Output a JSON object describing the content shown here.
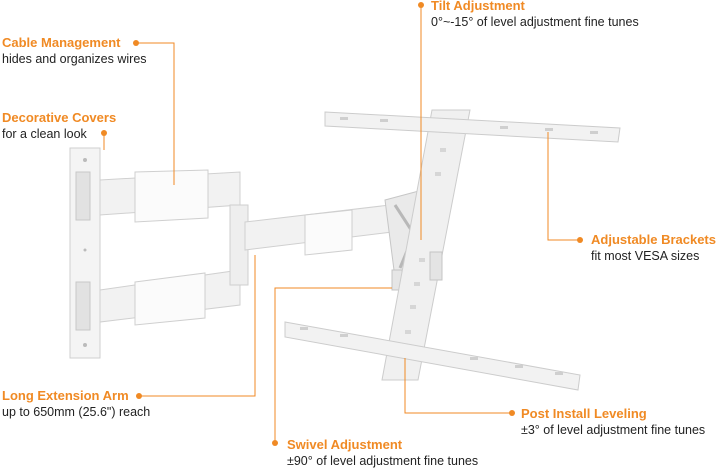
{
  "accent_color": "#f08a24",
  "callouts": {
    "tilt": {
      "title": "Tilt Adjustment",
      "desc": "0°~-15° of level adjustment fine tunes"
    },
    "cable": {
      "title": "Cable Management",
      "desc": "hides and organizes wires"
    },
    "covers": {
      "title": "Decorative Covers",
      "desc": "for a clean look"
    },
    "brackets": {
      "title": "Adjustable Brackets",
      "desc": "fit most VESA sizes"
    },
    "arm": {
      "title": "Long Extension Arm",
      "desc": "up to 650mm (25.6\") reach"
    },
    "leveling": {
      "title": "Post Install Leveling",
      "desc": "±3° of level adjustment fine tunes"
    },
    "swivel": {
      "title": "Swivel Adjustment",
      "desc": "±90° of level adjustment fine tunes"
    }
  }
}
